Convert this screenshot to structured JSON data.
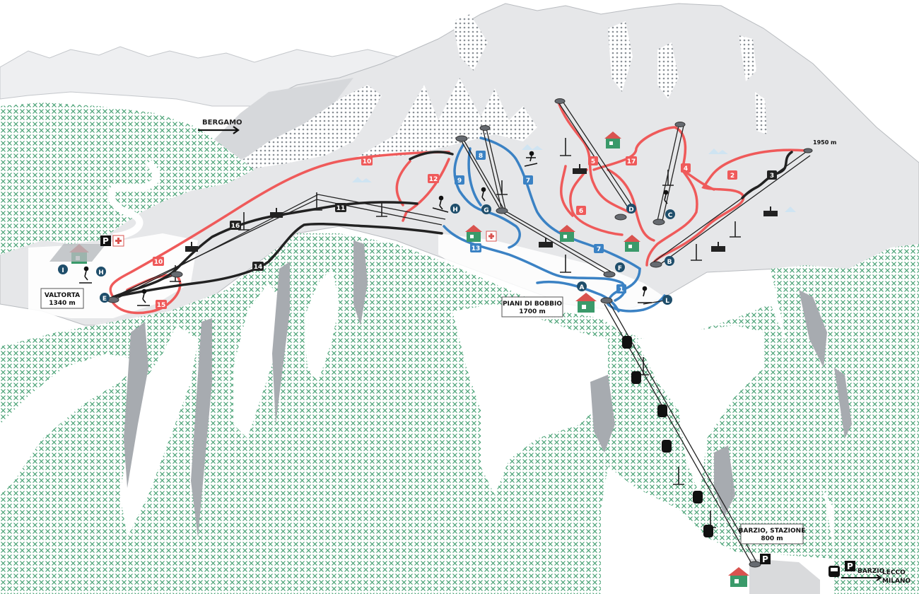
{
  "map": {
    "places": {
      "valtorta_name": "VALTORTA",
      "valtorta_alt": "1340 m",
      "bobbio_name": "PIANI DI BOBBIO",
      "bobbio_alt": "1700 m",
      "barzio_name": "BARZIO, STAZIONE",
      "barzio_alt": "800 m",
      "summit_alt": "1950 m",
      "bergamo": "BERGAMO",
      "barzio_sign": "BARZIO",
      "lecco": "LECCO",
      "milano": "MILANO"
    },
    "lift_letters": [
      "A",
      "B",
      "C",
      "D",
      "E",
      "F",
      "G",
      "H",
      "H",
      "I",
      "L"
    ],
    "pistes": {
      "red": [
        "10",
        "12",
        "5",
        "17",
        "4",
        "2",
        "6",
        "10",
        "15",
        "16"
      ],
      "blue": [
        "8",
        "9",
        "7",
        "13",
        "7",
        "1"
      ],
      "black": [
        "11",
        "14",
        "3"
      ]
    },
    "parking_symbol": "P",
    "colors": {
      "red": "#ef5a5a",
      "blue": "#3b82c4",
      "black": "#222222",
      "forest": "#3a9a6a",
      "rock": "#9aa0a6",
      "snow": "#ffffff",
      "grey": "#e3e4e6",
      "lift_marker": "#1f4e6b"
    },
    "icons": [
      "hut-icon",
      "parking-icon",
      "first-aid-icon",
      "skier-icon",
      "chairlift-icon",
      "gondola-icon",
      "bus-icon",
      "arrow-icon"
    ]
  }
}
